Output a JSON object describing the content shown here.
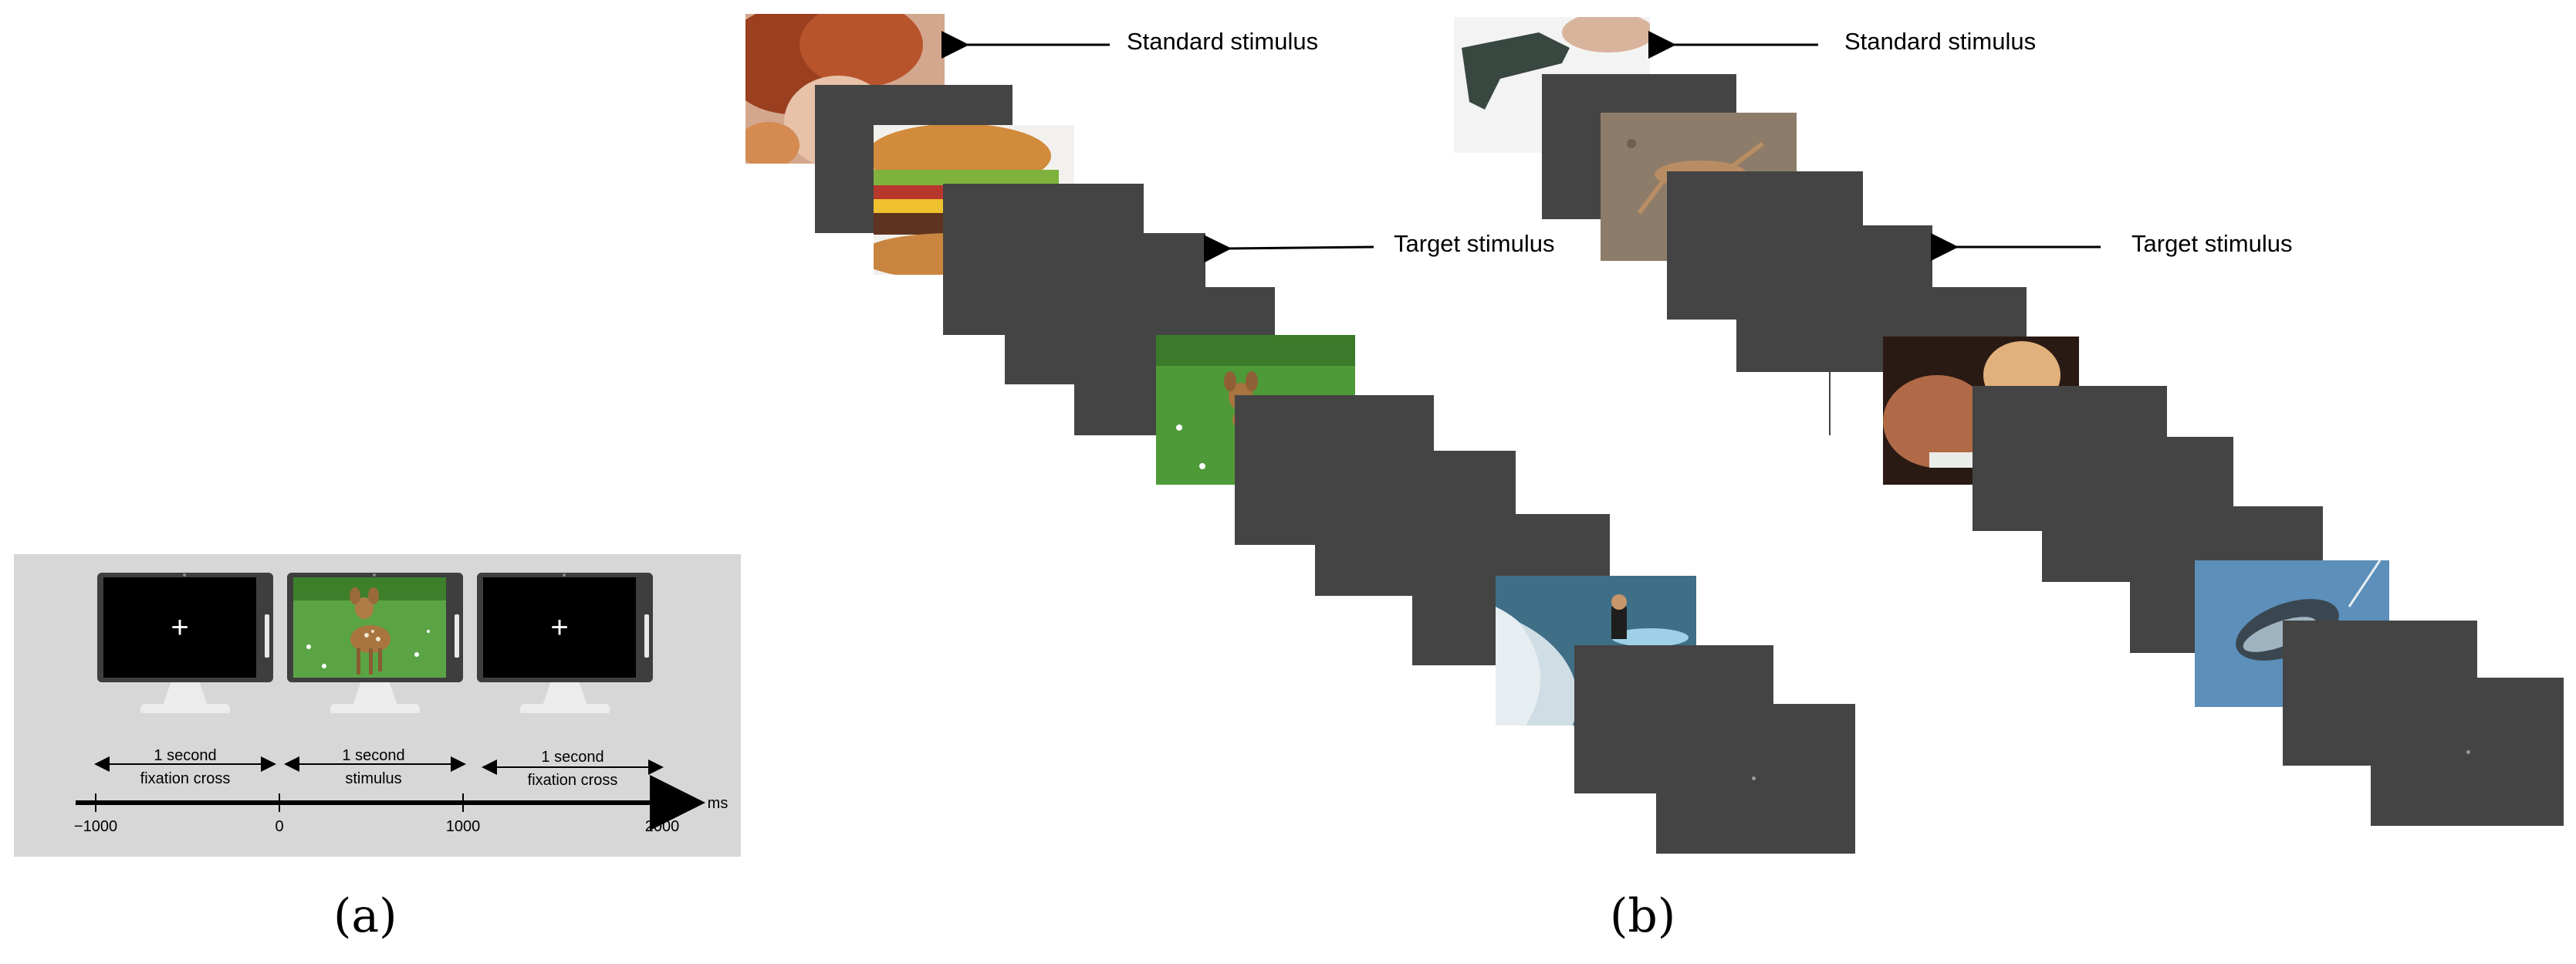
{
  "panel_a": {
    "intervals": [
      {
        "line1": "1 second",
        "line2": "fixation cross"
      },
      {
        "line1": "1 second",
        "line2": "stimulus"
      },
      {
        "line1": "1 second",
        "line2": "fixation cross"
      }
    ],
    "fixation_symbol": "+",
    "axis_ticks": [
      "−1000",
      "0",
      "1000",
      "2000"
    ],
    "axis_unit": "ms"
  },
  "panel_b": {
    "standard_label": "Standard stimulus",
    "target_label": "Target stimulus"
  },
  "captions": {
    "a": "(a)",
    "b": "(b)"
  },
  "colors": {
    "panel_bg": "#d7d7d7",
    "blank_screen": "#444444",
    "monitor_frame": "#3e3e3e"
  }
}
